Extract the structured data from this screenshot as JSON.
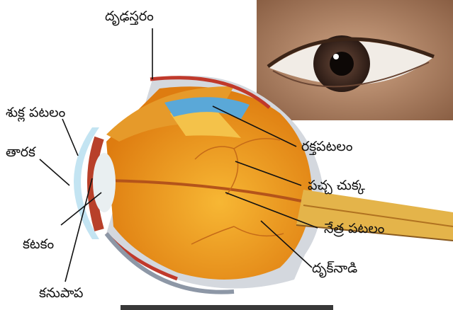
{
  "labels": {
    "sclera": "దృఢస్తరం",
    "cornea": "శుక్ల పటలం",
    "iris": "తారక",
    "choroid": "రక్తపటలం",
    "yellow_spot": "పచ్చ చుక్క",
    "retina": "నేత్ర పటలం",
    "lens": "కటకం",
    "optic_nerve": "దృక్‌నాడి",
    "pupil": "కనుపాప"
  },
  "colors": {
    "vitreous": "#f0a020",
    "sclera_wall": "#cfd3da",
    "choroid": "#c0392b",
    "cornea": "#bde3f2",
    "lens": "#e8eef0",
    "optic_nerve": "#e4b44a",
    "skin": "#b88a6a",
    "iris_photo": "#3a2a22"
  }
}
